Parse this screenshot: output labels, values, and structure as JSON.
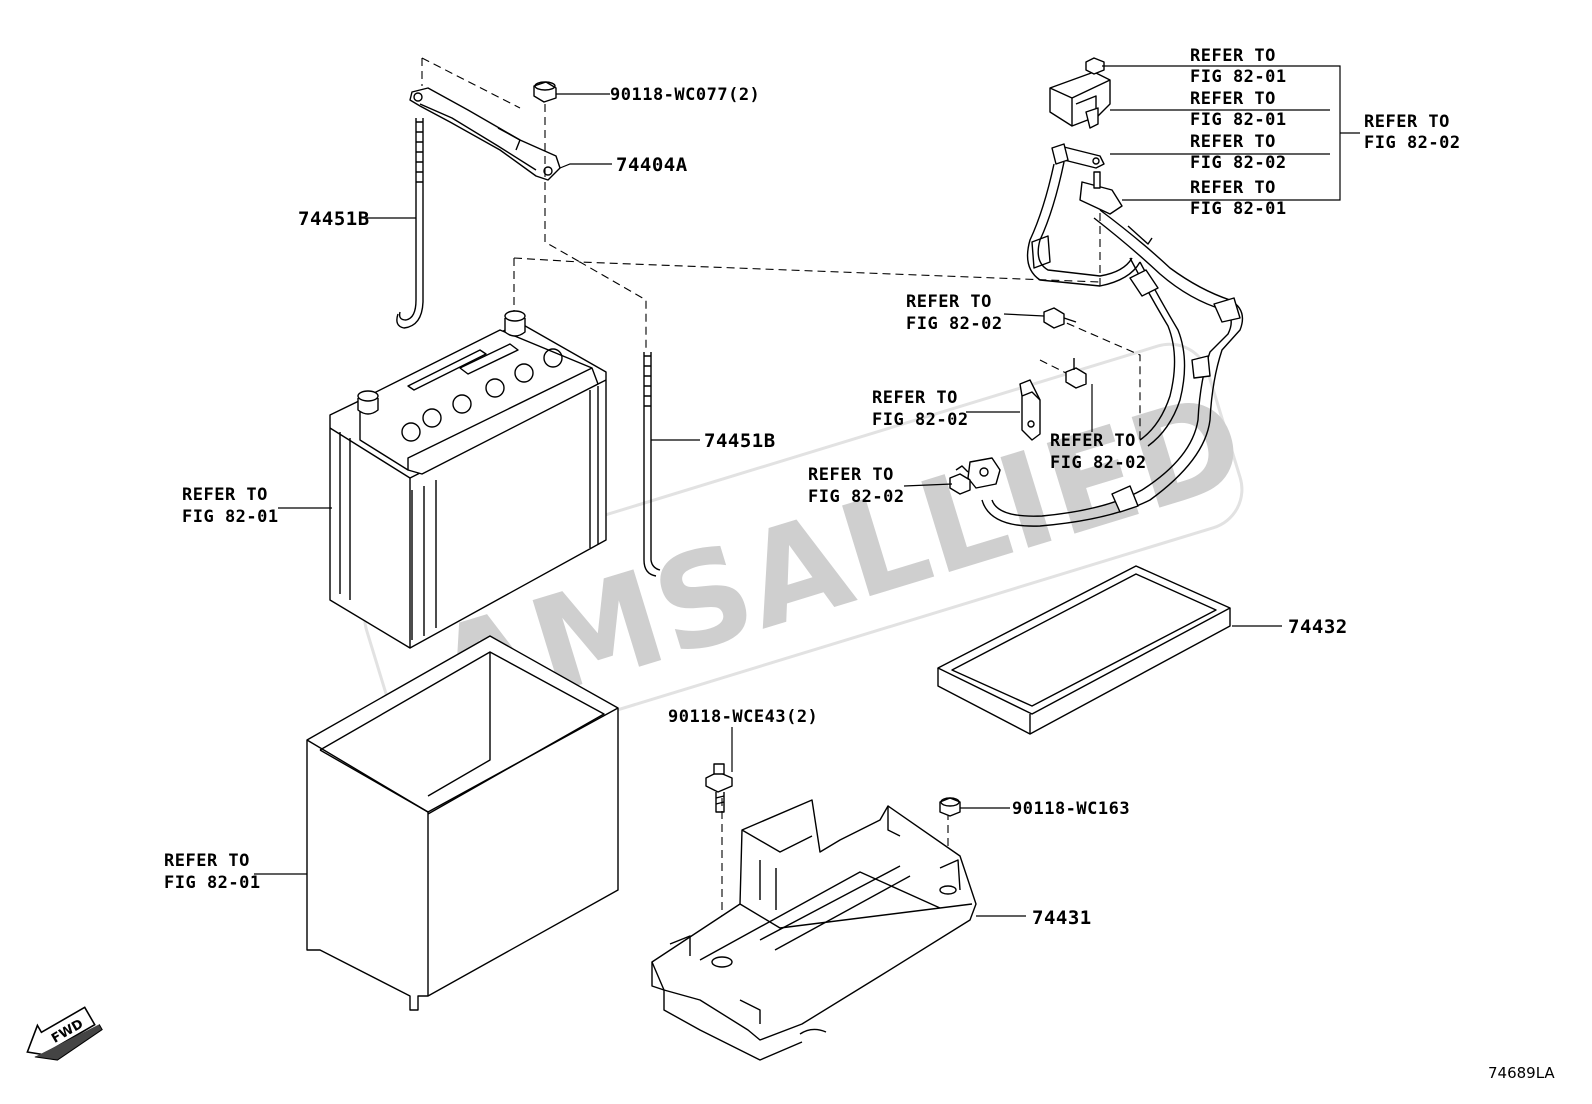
{
  "watermark": "AMSALLIED",
  "fwd_label": "FWD",
  "diagram_code": "74689LA",
  "callouts": {
    "nut_top": "90118-WC077(2)",
    "clamp": "74404A",
    "rod_left": "74451B",
    "rod_right": "74451B",
    "battery_ref": [
      "REFER TO",
      "FIG 82-01"
    ],
    "insulator_ref": [
      "REFER TO",
      "FIG 82-01"
    ],
    "term1": [
      "REFER TO",
      "FIG 82-01"
    ],
    "term2": [
      "REFER TO",
      "FIG 82-01"
    ],
    "term3": [
      "REFER TO",
      "FIG 82-02"
    ],
    "term4": [
      "REFER TO",
      "FIG 82-01"
    ],
    "group_ref": [
      "REFER TO",
      "FIG 82-02"
    ],
    "bolt1": [
      "REFER TO",
      "FIG 82-02"
    ],
    "bracket": [
      "REFER TO",
      "FIG 82-02"
    ],
    "bolt2": [
      "REFER TO",
      "FIG 82-02"
    ],
    "bolt3": [
      "REFER TO",
      "FIG 82-02"
    ],
    "tray": "74432",
    "bolt_tray": "90118-WCE43(2)",
    "nut_carrier": "90118-WC163",
    "carrier": "74431"
  }
}
